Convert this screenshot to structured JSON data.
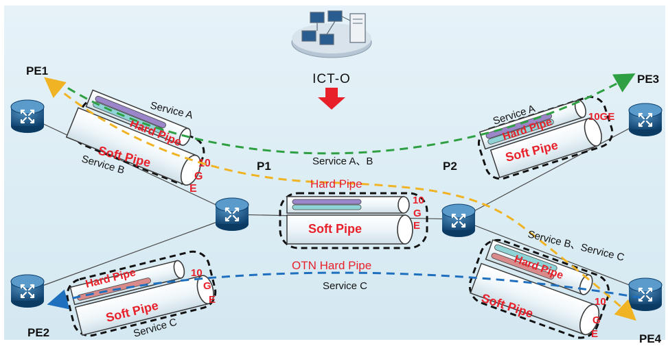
{
  "controller": {
    "label": "ICT-O"
  },
  "nodes": {
    "pe1": "PE1",
    "pe2": "PE2",
    "pe3": "PE3",
    "pe4": "PE4",
    "p1": "P1",
    "p2": "P2"
  },
  "pipes": {
    "hard": "Hard Pipe",
    "soft": "Soft Pipe",
    "otn_hard": "OTN Hard Pipe",
    "ge10": "10GE",
    "ge10_p2": "10GE",
    "ge10_split": [
      "10",
      "G",
      "E"
    ]
  },
  "services": {
    "a": "Service A",
    "b": "Service B",
    "c": "Service C",
    "ab": "Service A、B",
    "bc": "Service B、Service C"
  },
  "colors": {
    "background": "#dcecf4",
    "service_a": "#2ea043",
    "service_b": "#f0b323",
    "service_c": "#1f6fbf",
    "accent_red": "#e8202a"
  }
}
